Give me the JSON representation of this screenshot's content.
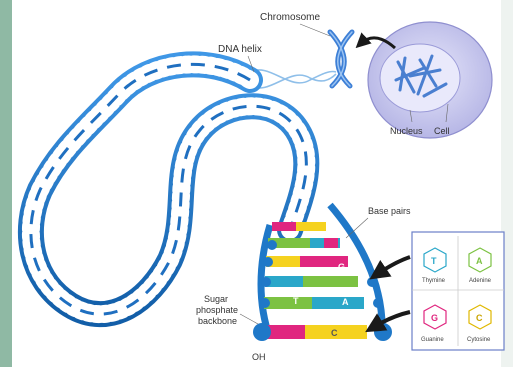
{
  "labels": {
    "chromosome": "Chromosome",
    "dna_helix": "DNA helix",
    "nucleus": "Nucleus",
    "cell": "Cell",
    "base_pairs": "Base pairs",
    "backbone_line1": "Sugar",
    "backbone_line2": "phosphate",
    "backbone_line3": "backbone",
    "oh": "OH"
  },
  "bases": {
    "thymine": {
      "letter": "T",
      "name": "Thymine",
      "color": "#2aa7c9"
    },
    "adenine": {
      "letter": "A",
      "name": "Adenine",
      "color": "#7cc242"
    },
    "guanine": {
      "letter": "G",
      "name": "Guanine",
      "color": "#e0267f"
    },
    "cytosine": {
      "letter": "C",
      "name": "Cytosine",
      "color": "#f5d21f"
    }
  },
  "colors": {
    "backbone": "#1f78c8",
    "backbone_light": "#6fb2ea",
    "cell": "#c9c9ee",
    "chromosome": "#3d7fd6",
    "side_band": "#8fb9a4"
  }
}
